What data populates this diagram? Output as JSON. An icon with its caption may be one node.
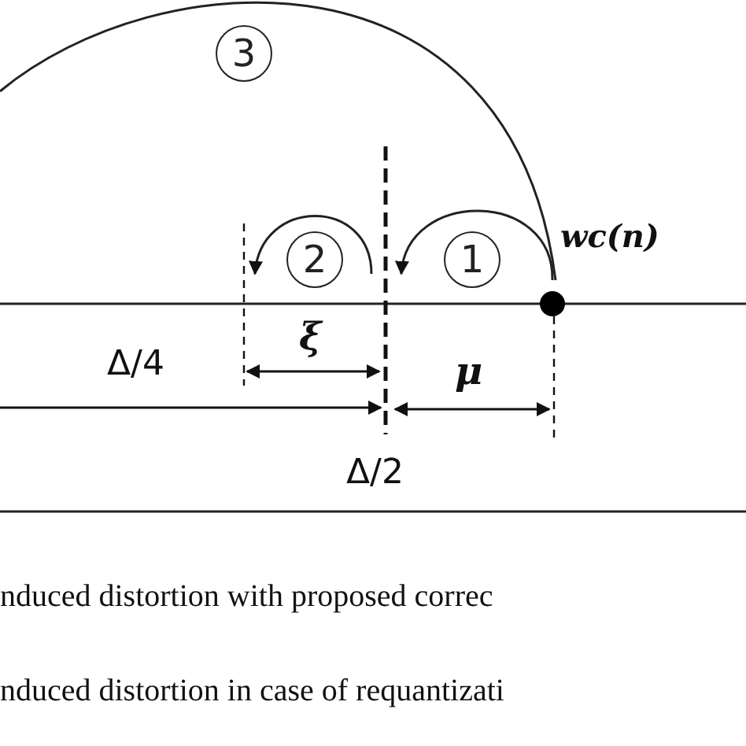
{
  "diagram": {
    "nodes": [
      {
        "text": [
          "3"
        ]
      },
      {
        "text": [
          "2"
        ]
      },
      {
        "text": [
          "1"
        ]
      },
      {
        "text": [],
        "shape": "circle",
        "beside": [
          "wc(n)"
        ]
      }
    ],
    "edges": [
      {
        "from": 3,
        "to": null,
        "arrow": "to"
      },
      {
        "from": 3,
        "to": null,
        "arrow": "none"
      }
    ],
    "labels": [
      "ξ",
      "Δ/4",
      "μ",
      "Δ/2",
      "nduced distortion with proposed correc",
      "nduced distortion in case of requantizati"
    ]
  }
}
